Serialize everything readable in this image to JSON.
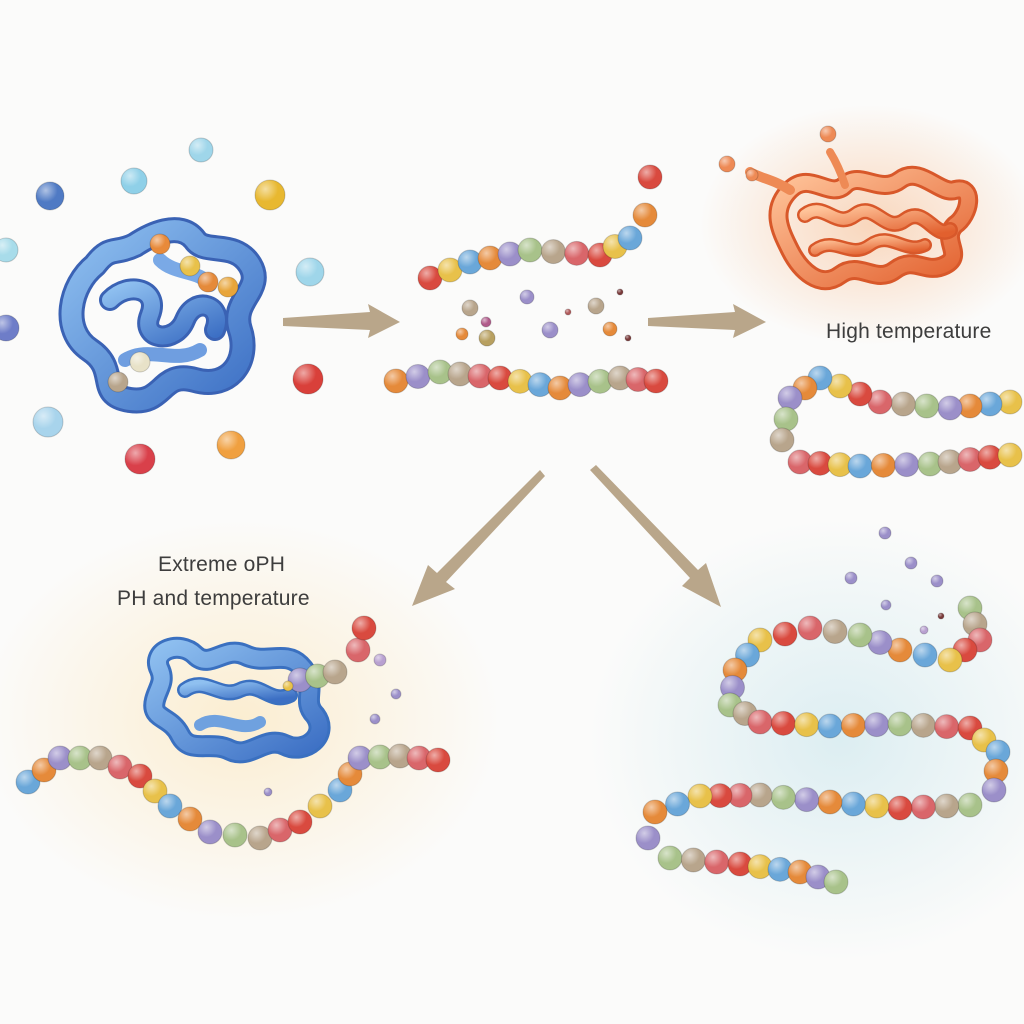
{
  "labels": {
    "high_temperature": "High temperature",
    "extreme_line1": "Extreme oPH",
    "extreme_line2": "PH and temperature"
  },
  "colors": {
    "native_protein": "#5b8fd6",
    "aggregate": "#ee8a55",
    "arrow": "#b9a68a",
    "bead_palette": [
      "#d94a3f",
      "#e8c14a",
      "#6aa7d9",
      "#e58a3a",
      "#9b8fc9",
      "#a8c28a",
      "#b8a58c",
      "#d9666a"
    ]
  },
  "icons": {
    "native": "folded-protein-icon",
    "chain": "amino-acid-chain-icon",
    "aggregate": "aggregated-protein-icon"
  }
}
